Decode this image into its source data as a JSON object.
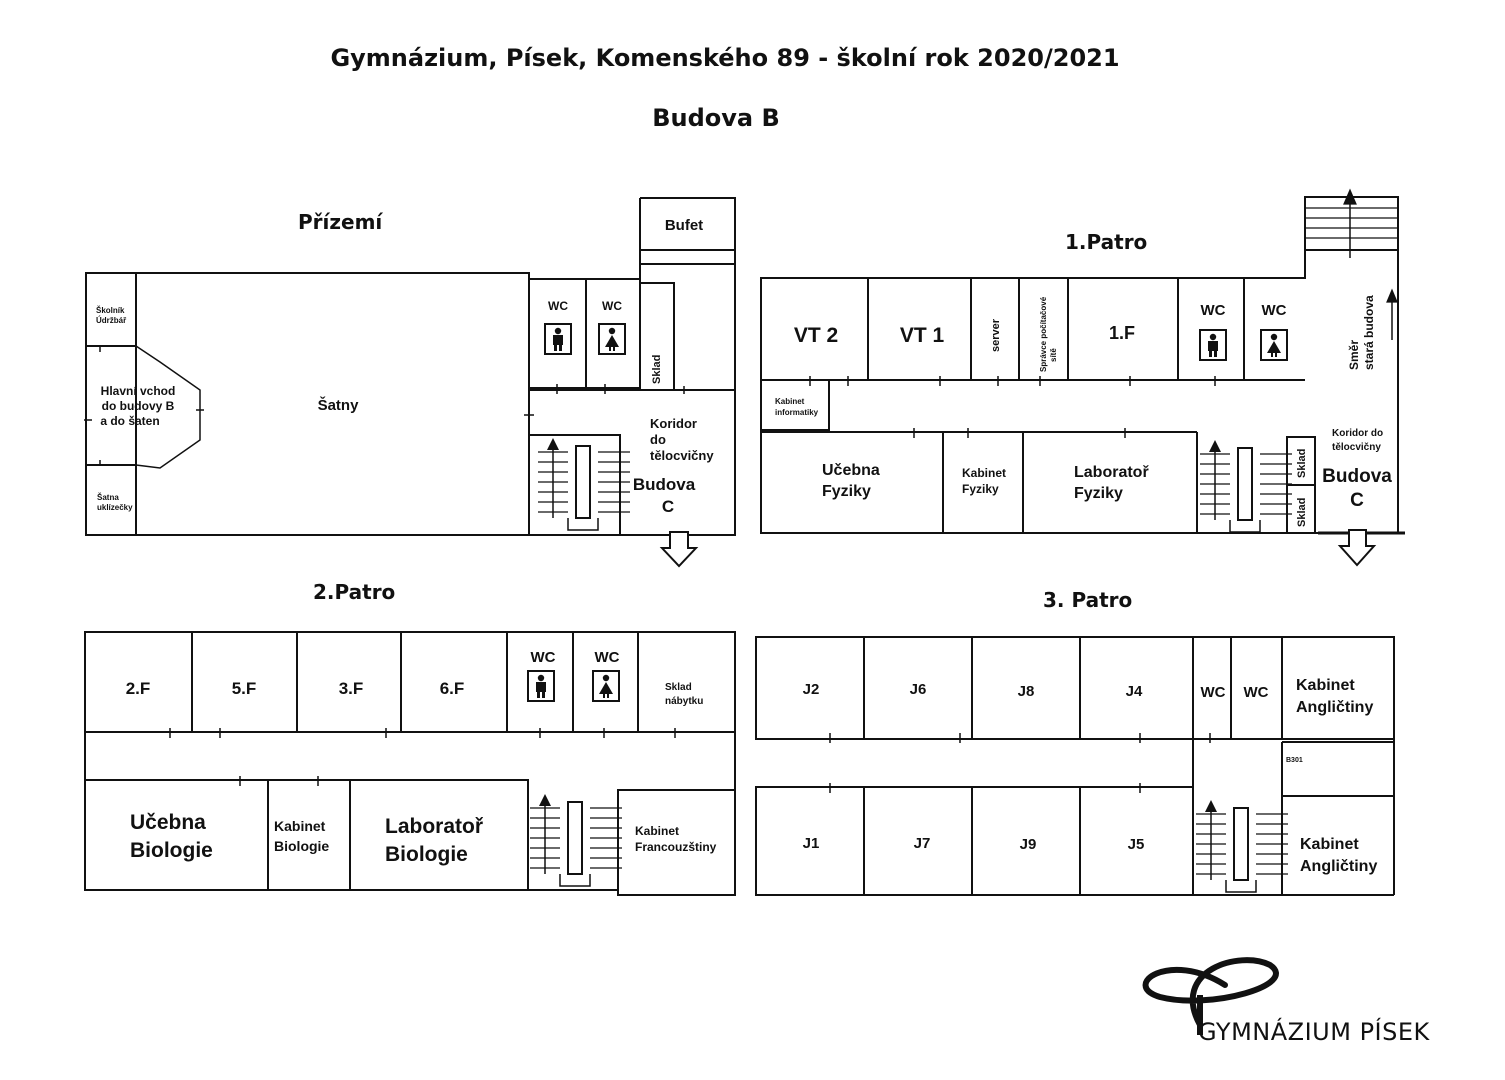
{
  "header": {
    "title": "Gymnázium,  Písek, Komenského 89 - školní rok 2020/2021",
    "subtitle": "Budova B"
  },
  "floors": {
    "ground": {
      "title": "Přízemí",
      "rooms": {
        "skolnik": "Školník\nÚdržbář",
        "main_entrance": "Hlavní vchod\ndo budovy B\na do šaten",
        "satna_uklizecky": "Šatna\nuklízečky",
        "satny": "Šatny",
        "wc1": "WC",
        "wc2": "WC",
        "sklad": "Sklad",
        "bufet": "Bufet",
        "koridor": "Koridor\ndo\ntělocvičny",
        "budova_c": "Budova\nC"
      }
    },
    "first": {
      "title": "1.Patro",
      "rooms": {
        "vt2": "VT 2",
        "vt1": "VT 1",
        "server": "server",
        "spravce": "Správce počítačové\nsítě",
        "f1": "1.F",
        "wc1": "WC",
        "wc2": "WC",
        "smer": "Směr\nstará budova",
        "kabinet_informatiky": "Kabinet\ninformatiky",
        "ucebna_fyziky": "Učebna\nFyziky",
        "kabinet_fyziky": "Kabinet\nFyziky",
        "laborator_fyziky": "Laboratoř\nFyziky",
        "sklad1": "Sklad",
        "sklad2": "Sklad",
        "koridor": "Koridor do\ntělocvičny",
        "budova_c": "Budova\nC"
      }
    },
    "second": {
      "title": "2.Patro",
      "rooms": {
        "f2": "2.F",
        "f5": "5.F",
        "f3": "3.F",
        "f6": "6.F",
        "wc1": "WC",
        "wc2": "WC",
        "sklad_nabytku": "Sklad\nnábytku",
        "ucebna_biologie": "Učebna\nBiologie",
        "kabinet_biologie": "Kabinet\nBiologie",
        "laborator_biologie": "Laboratoř\nBiologie",
        "kabinet_francouzstiny": "Kabinet\nFrancouzštiny"
      }
    },
    "third": {
      "title": "3. Patro",
      "rooms": {
        "j2": "J2",
        "j6": "J6",
        "j8": "J8",
        "j4": "J4",
        "wc1": "WC",
        "wc2": "WC",
        "kabinet_anglictiny_1": "Kabinet\nAngličtiny",
        "b301": "B301",
        "j1": "J1",
        "j7": "J7",
        "j9": "J9",
        "j5": "J5",
        "kabinet_anglictiny_2": "Kabinet\nAngličtiny"
      }
    }
  },
  "logo": {
    "text": "GYMNÁZIUM PÍSEK"
  },
  "icons": [
    "wc-men-icon",
    "wc-women-icon",
    "stairs-icon",
    "arrow-down-icon",
    "arrow-up-icon"
  ]
}
